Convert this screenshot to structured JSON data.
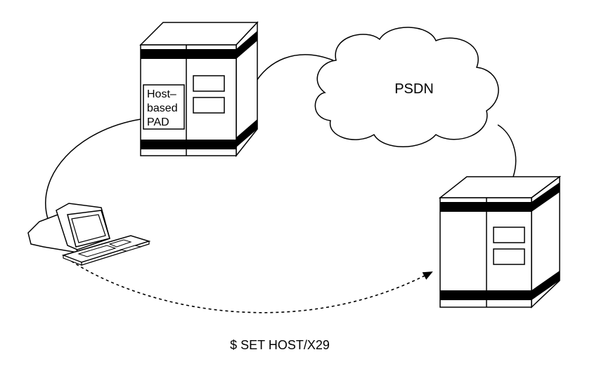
{
  "cloud": {
    "label": "PSDN"
  },
  "host_pad": {
    "lines": [
      "Host–",
      "based",
      "PAD"
    ]
  },
  "command": {
    "label": "$ SET HOST/X29"
  },
  "colors": {
    "stroke": "#000000",
    "fill": "#ffffff",
    "band": "#000000"
  },
  "icons": [
    "host-computer-icon",
    "remote-computer-icon",
    "terminal-icon",
    "network-cloud-icon",
    "arrowhead-icon"
  ]
}
